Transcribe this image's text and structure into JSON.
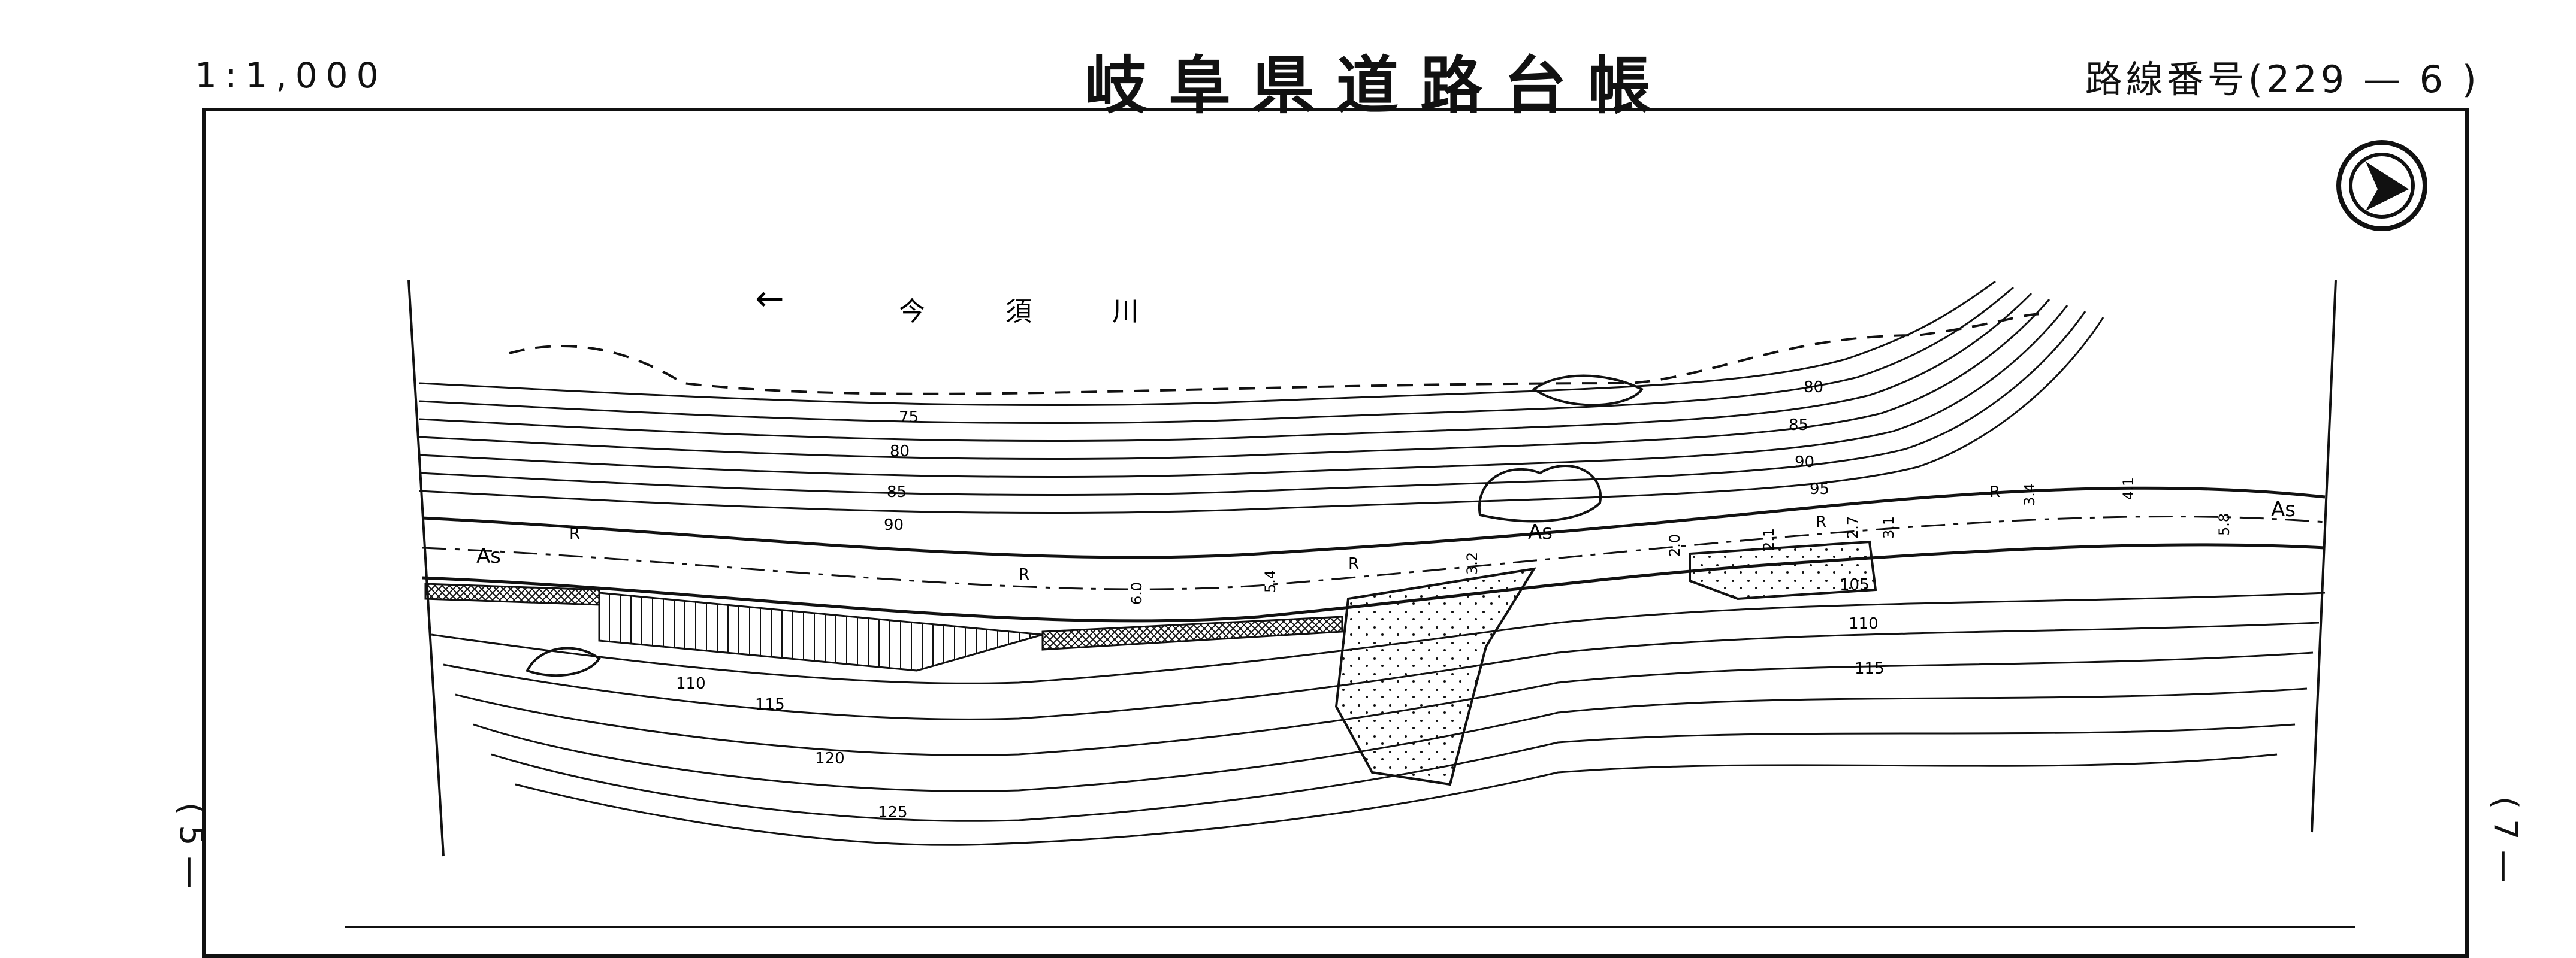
{
  "header": {
    "scale": "1:1,000",
    "title": "岐阜県道路台帳",
    "route_label": "路線番号",
    "route_number": "(229 — 6 )"
  },
  "map": {
    "river_name": "今 須 川",
    "flow_arrow": "←",
    "pavement_label": "As",
    "retaining_label": "R",
    "contours": [
      "75",
      "80",
      "85",
      "90",
      "95",
      "105",
      "110",
      "115",
      "120",
      "125"
    ],
    "road_widths": [
      "6.0",
      "5.4",
      "3.2",
      "2.0",
      "2.1",
      "2.7",
      "3.1",
      "3.4",
      "4.1",
      "5.8"
    ],
    "north_arrow_icon": "north-arrow-icon"
  },
  "adjacent": {
    "previous": "( 5 —",
    "next": "( 7 —"
  },
  "colors": {
    "ink": "#111111",
    "paper": "#ffffff"
  }
}
